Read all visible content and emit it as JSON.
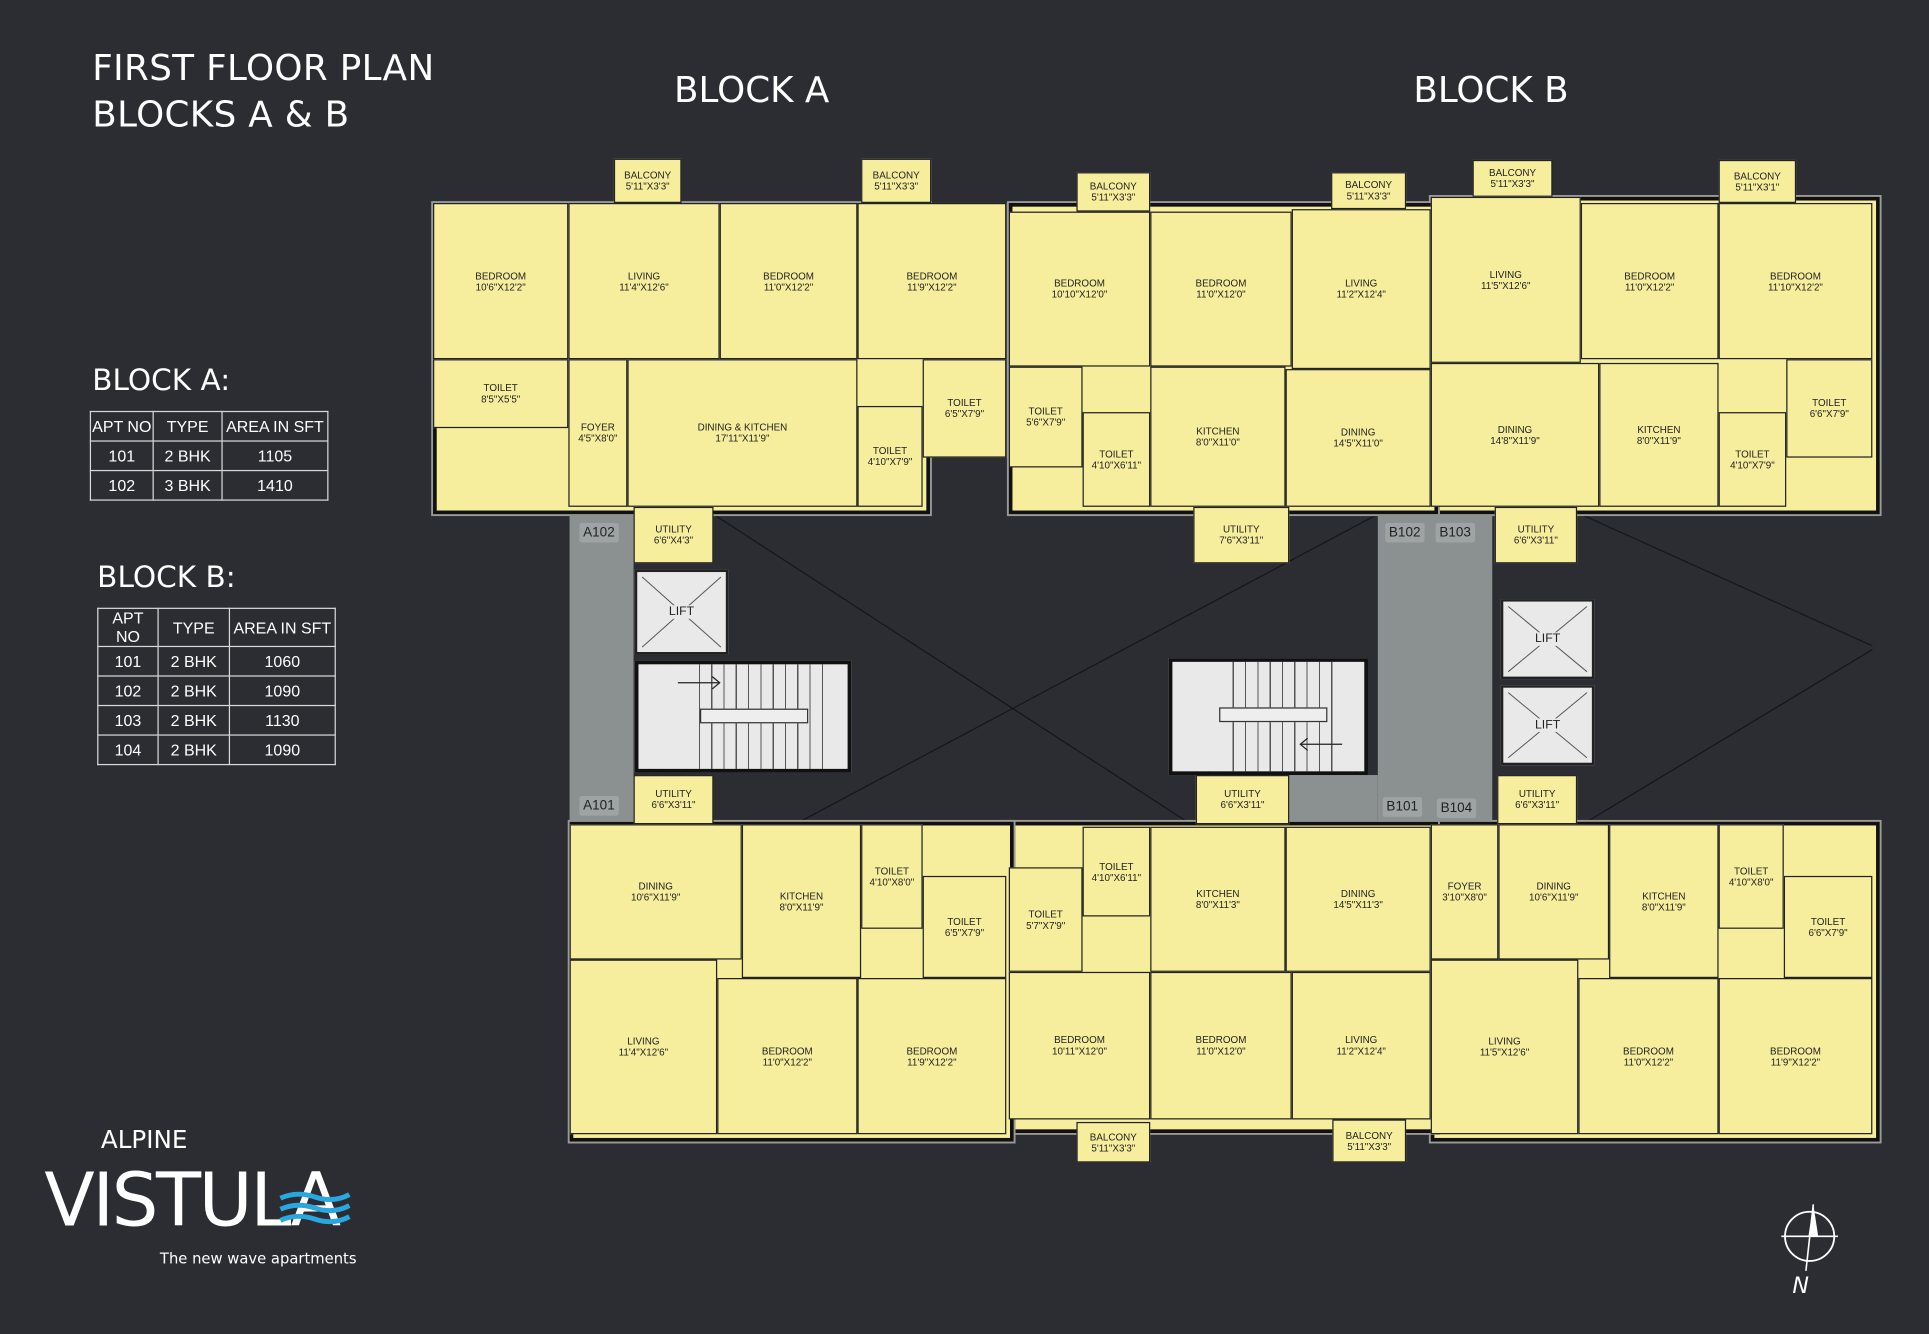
{
  "title": {
    "line1": "FIRST FLOOR PLAN",
    "line2": "BLOCKS A & B"
  },
  "block_headers": {
    "a": "BLOCK A",
    "b": "BLOCK B"
  },
  "tables": {
    "block_a": {
      "heading": "BLOCK A:",
      "columns": [
        "APT NO",
        "TYPE",
        "AREA IN SFT"
      ],
      "rows": [
        [
          "101",
          "2 BHK",
          "1105"
        ],
        [
          "102",
          "3 BHK",
          "1410"
        ]
      ]
    },
    "block_b": {
      "heading": "BLOCK B:",
      "columns": [
        "APT NO",
        "TYPE",
        "AREA IN SFT"
      ],
      "rows": [
        [
          "101",
          "2 BHK",
          "1060"
        ],
        [
          "102",
          "2 BHK",
          "1090"
        ],
        [
          "103",
          "2 BHK",
          "1130"
        ],
        [
          "104",
          "2 BHK",
          "1090"
        ]
      ]
    }
  },
  "plan": {
    "colors": {
      "room": "#f6ee9c",
      "corridor": "#8b9090",
      "background": "#2c2d33"
    },
    "a102": {
      "rooms": [
        {
          "name": "BEDROOM",
          "size": "10'6\"X12'2\""
        },
        {
          "name": "TOILET",
          "size": "8'5\"X5'5\""
        },
        {
          "name": "LIVING",
          "size": "11'4\"X12'6\""
        },
        {
          "name": "BEDROOM",
          "size": "11'0\"X12'2\""
        },
        {
          "name": "BEDROOM",
          "size": "11'9\"X12'2\""
        },
        {
          "name": "TOILET",
          "size": "6'5\"X7'9\""
        },
        {
          "name": "FOYER",
          "size": "4'5\"X8'0\""
        },
        {
          "name": "DINING & KITCHEN",
          "size": "17'11\"X11'9\""
        },
        {
          "name": "TOILET",
          "size": "4'10\"X7'9\""
        },
        {
          "name": "BALCONY",
          "size": "5'11\"X3'3\""
        },
        {
          "name": "BALCONY",
          "size": "5'11\"X3'3\""
        },
        {
          "name": "UTILITY",
          "size": "6'6\"X4'3\""
        }
      ]
    },
    "b102": {
      "rooms": [
        {
          "name": "BALCONY",
          "size": "5'11\"X3'3\""
        },
        {
          "name": "BALCONY",
          "size": "5'11\"X3'3\""
        },
        {
          "name": "BEDROOM",
          "size": "10'10\"X12'0\""
        },
        {
          "name": "BEDROOM",
          "size": "11'0\"X12'0\""
        },
        {
          "name": "LIVING",
          "size": "11'2\"X12'4\""
        },
        {
          "name": "TOILET",
          "size": "5'6\"X7'9\""
        },
        {
          "name": "TOILET",
          "size": "4'10\"X6'11\""
        },
        {
          "name": "KITCHEN",
          "size": "8'0\"X11'0\""
        },
        {
          "name": "DINING",
          "size": "14'5\"X11'0\""
        },
        {
          "name": "UTILITY",
          "size": "7'6\"X3'11\""
        }
      ]
    },
    "b103": {
      "rooms": [
        {
          "name": "BALCONY",
          "size": "5'11\"X3'3\""
        },
        {
          "name": "BALCONY",
          "size": "5'11\"X3'1\""
        },
        {
          "name": "LIVING",
          "size": "11'5\"X12'6\""
        },
        {
          "name": "BEDROOM",
          "size": "11'0\"X12'2\""
        },
        {
          "name": "BEDROOM",
          "size": "11'10\"X12'2\""
        },
        {
          "name": "TOILET",
          "size": "6'6\"X7'9\""
        },
        {
          "name": "TOILET",
          "size": "4'10\"X7'9\""
        },
        {
          "name": "KITCHEN",
          "size": "8'0\"X11'9\""
        },
        {
          "name": "DINING",
          "size": "14'8\"X11'9\""
        },
        {
          "name": "UTILITY",
          "size": "6'6\"X3'11\""
        }
      ]
    },
    "a101": {
      "rooms": [
        {
          "name": "UTILITY",
          "size": "6'6\"X3'11\""
        },
        {
          "name": "DINING",
          "size": "10'6\"X11'9\""
        },
        {
          "name": "KITCHEN",
          "size": "8'0\"X11'9\""
        },
        {
          "name": "TOILET",
          "size": "4'10\"X8'0\""
        },
        {
          "name": "TOILET",
          "size": "6'5\"X7'9\""
        },
        {
          "name": "LIVING",
          "size": "11'4\"X12'6\""
        },
        {
          "name": "BEDROOM",
          "size": "11'0\"X12'2\""
        },
        {
          "name": "BEDROOM",
          "size": "11'9\"X12'2\""
        }
      ]
    },
    "b101": {
      "rooms": [
        {
          "name": "UTILITY",
          "size": "6'6\"X3'11\""
        },
        {
          "name": "TOILET",
          "size": "5'7\"X7'9\""
        },
        {
          "name": "TOILET",
          "size": "4'10\"X6'11\""
        },
        {
          "name": "KITCHEN",
          "size": "8'0\"X11'3\""
        },
        {
          "name": "DINING",
          "size": "14'5\"X11'3\""
        },
        {
          "name": "BEDROOM",
          "size": "10'11\"X12'0\""
        },
        {
          "name": "BEDROOM",
          "size": "11'0\"X12'0\""
        },
        {
          "name": "LIVING",
          "size": "11'2\"X12'4\""
        },
        {
          "name": "BALCONY",
          "size": "5'11\"X3'3\""
        },
        {
          "name": "BALCONY",
          "size": "5'11\"X3'3\""
        }
      ]
    },
    "b104": {
      "rooms": [
        {
          "name": "UTILITY",
          "size": "6'6\"X3'11\""
        },
        {
          "name": "FOYER",
          "size": "3'10\"X8'0\""
        },
        {
          "name": "DINING",
          "size": "10'6\"X11'9\""
        },
        {
          "name": "KITCHEN",
          "size": "8'0\"X11'9\""
        },
        {
          "name": "TOILET",
          "size": "4'10\"X8'0\""
        },
        {
          "name": "TOILET",
          "size": "6'6\"X7'9\""
        },
        {
          "name": "LIVING",
          "size": "11'5\"X12'6\""
        },
        {
          "name": "BEDROOM",
          "size": "11'0\"X12'2\""
        },
        {
          "name": "BEDROOM",
          "size": "11'9\"X12'2\""
        }
      ]
    },
    "core": {
      "apt_tags": {
        "a102": "A102",
        "a101": "A101",
        "b102": "B102",
        "b103": "B103",
        "b101": "B101",
        "b104": "B104"
      },
      "lift_label": "LIFT"
    }
  },
  "logo": {
    "brand_top": "ALPINE",
    "brand_main": "VISTULA",
    "tagline": "The new wave apartments",
    "wave_color": "#29a8e0"
  },
  "compass": {
    "north_label": "N"
  }
}
